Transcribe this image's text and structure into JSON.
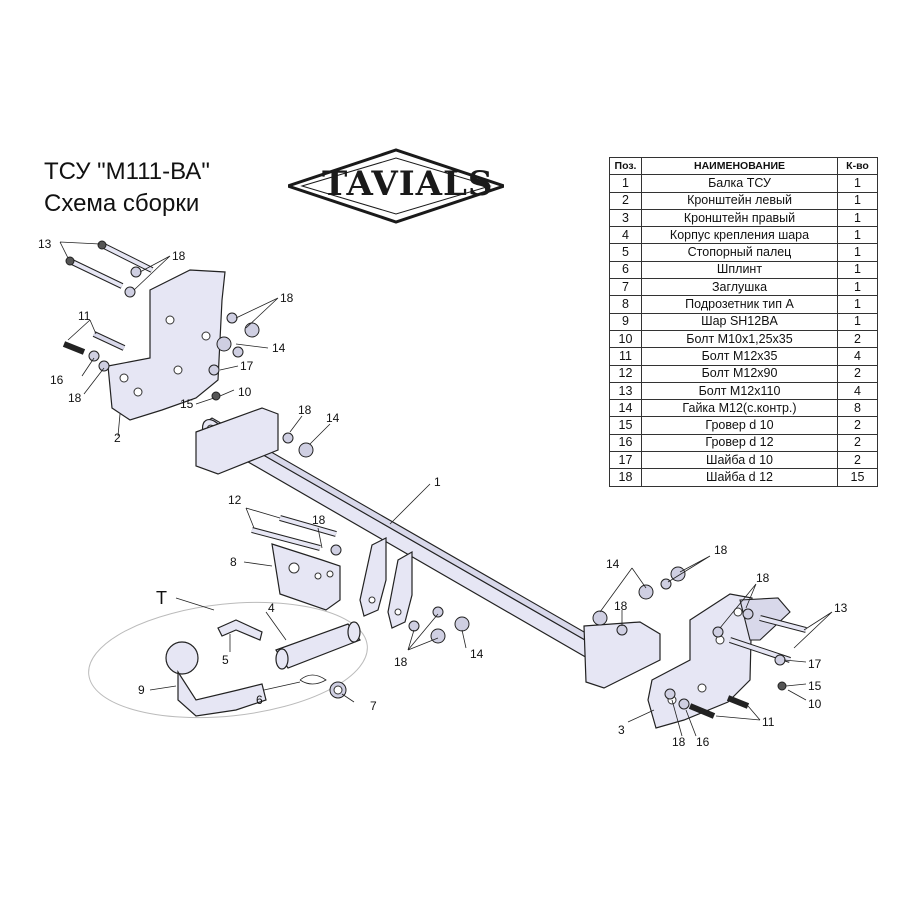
{
  "header": {
    "title_line1": "ТСУ  \"М111-ВА\"",
    "title_line2": "Схема сборки",
    "logo_text": "TAVIALS"
  },
  "table": {
    "headers": [
      "Поз.",
      "НАИМЕНОВАНИЕ",
      "К-во"
    ],
    "rows": [
      [
        "1",
        "Балка ТСУ",
        "1"
      ],
      [
        "2",
        "Кронштейн левый",
        "1"
      ],
      [
        "3",
        "Кронштейн правый",
        "1"
      ],
      [
        "4",
        "Корпус крепления шара",
        "1"
      ],
      [
        "5",
        "Стопорный палец",
        "1"
      ],
      [
        "6",
        "Шплинт",
        "1"
      ],
      [
        "7",
        "Заглушка",
        "1"
      ],
      [
        "8",
        "Подрозетник тип А",
        "1"
      ],
      [
        "9",
        "Шар SH12BA",
        "1"
      ],
      [
        "10",
        "Болт М10х1,25х35",
        "2"
      ],
      [
        "11",
        "Болт М12х35",
        "4"
      ],
      [
        "12",
        "Болт М12х90",
        "2"
      ],
      [
        "13",
        "Болт М12х110",
        "4"
      ],
      [
        "14",
        "Гайка М12(с.контр.)",
        "8"
      ],
      [
        "15",
        "Гровер d 10",
        "2"
      ],
      [
        "16",
        "Гровер d 12",
        "2"
      ],
      [
        "17",
        "Шайба d 10",
        "2"
      ],
      [
        "18",
        "Шайба d 12",
        "15"
      ]
    ]
  },
  "callouts": {
    "c1": "1",
    "c2": "2",
    "c3": "3",
    "c4": "4",
    "c5": "5",
    "c6": "6",
    "c7": "7",
    "c8": "8",
    "c9": "9",
    "c10": "10",
    "c11": "11",
    "c12": "12",
    "c13": "13",
    "c14": "14",
    "c15": "15",
    "c16": "16",
    "c17": "17",
    "c18": "18",
    "cT": "T"
  }
}
